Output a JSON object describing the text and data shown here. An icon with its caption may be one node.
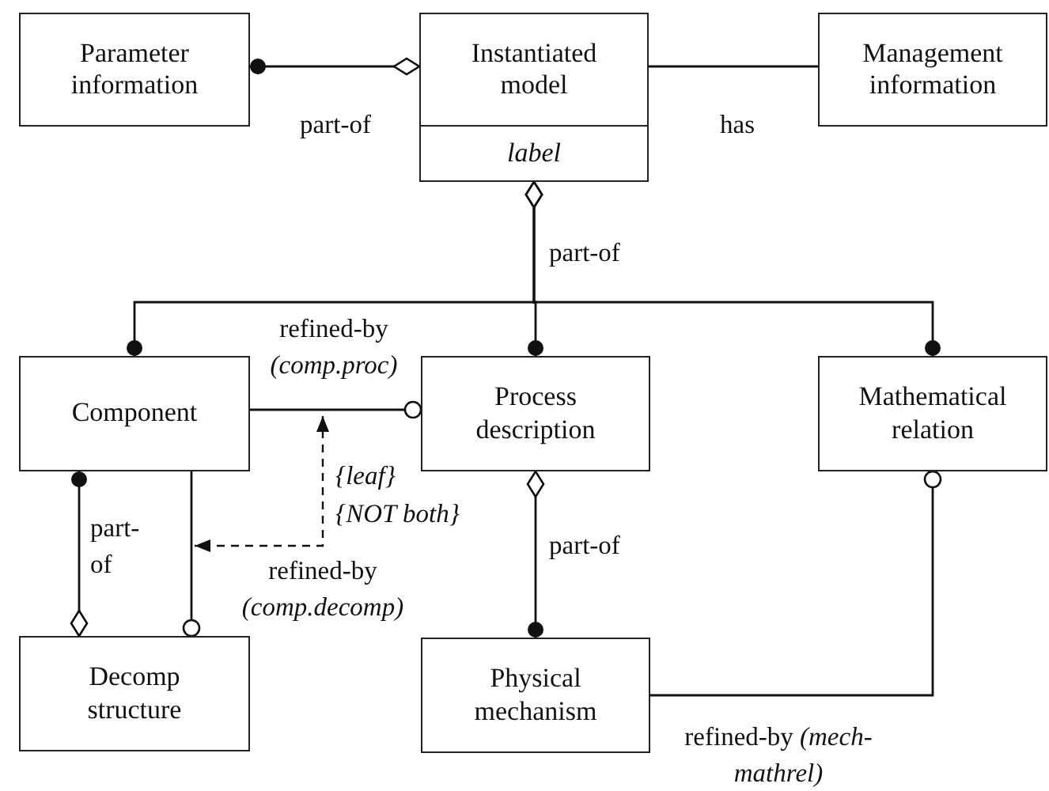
{
  "diagram": {
    "nodes": [
      {
        "text": [
          "Parameter information"
        ]
      },
      {
        "text": [
          "Instantiated model",
          "label"
        ]
      },
      {
        "text": [
          "Management information"
        ]
      },
      {
        "text": [
          "Component"
        ]
      },
      {
        "text": [
          "Process description"
        ]
      },
      {
        "text": [
          "Mathematical relation"
        ]
      },
      {
        "text": [
          "Decomp structure"
        ]
      },
      {
        "text": [
          "Physical mechanism"
        ]
      }
    ],
    "edges": [
      {
        "from": 0,
        "to": 1,
        "arrow": "other",
        "label": "part-of"
      },
      {
        "from": 1,
        "to": 2,
        "arrow": "none",
        "label": "has"
      },
      {
        "from": 1,
        "to": 3,
        "arrow": "other"
      },
      {
        "from": 1,
        "to": 4,
        "arrow": "other",
        "label": "part-of"
      },
      {
        "from": 1,
        "to": 5,
        "arrow": "other"
      },
      {
        "from": 3,
        "to": 4,
        "arrow": "other",
        "label": "refined-by *(comp.proc)*"
      },
      {
        "from": 3,
        "to": 6,
        "arrow": "other",
        "label": "part-of"
      },
      {
        "from": 3,
        "to": 6,
        "arrow": "other",
        "label": "refined-by *(comp.decomp)*"
      },
      {
        "from": 4,
        "to": 7,
        "arrow": "other",
        "label": "part-of"
      },
      {
        "from": 7,
        "to": 5,
        "arrow": "other",
        "label": "refined-by *(mech-mathrel)*"
      }
    ],
    "labels": [
      "{leaf}",
      "{NOT both}"
    ]
  }
}
